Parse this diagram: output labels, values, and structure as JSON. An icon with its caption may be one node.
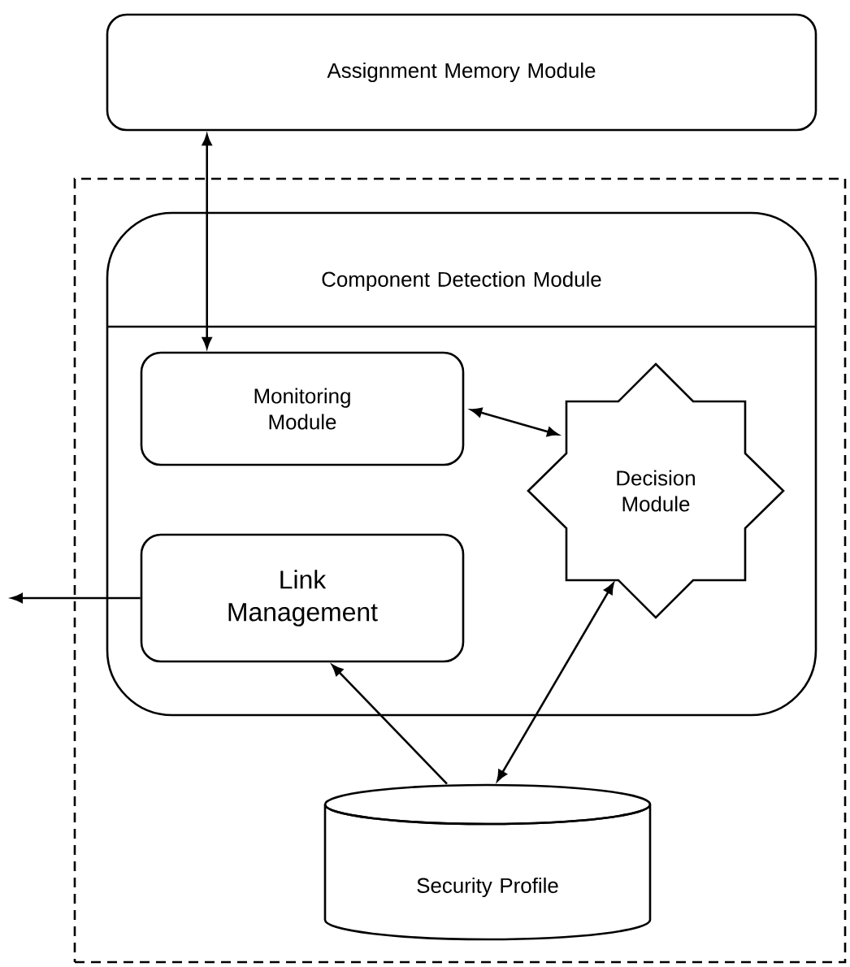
{
  "diagram": {
    "nodes": [
      {
        "text": [
          "Assignment Memory Module"
        ]
      },
      {
        "text": [],
        "shape": "box"
      },
      {
        "text": [
          "Component Detection Module"
        ],
        "in": 1
      },
      {
        "text": [
          "Monitoring Module"
        ],
        "in": 2
      },
      {
        "text": [
          "Decision Module"
        ],
        "in": 2
      },
      {
        "text": [
          "Link Management"
        ],
        "in": 2
      },
      {
        "text": [
          "Security Profile"
        ],
        "in": 1
      }
    ],
    "edges": [
      {
        "from": 0,
        "to": 3,
        "arrow": "both"
      },
      {
        "from": 3,
        "to": 4,
        "arrow": "both"
      },
      {
        "from": 5,
        "to": null,
        "arrow": "to"
      },
      {
        "from": 6,
        "to": 5,
        "arrow": "to"
      },
      {
        "from": 6,
        "to": 4,
        "arrow": "both"
      }
    ]
  }
}
